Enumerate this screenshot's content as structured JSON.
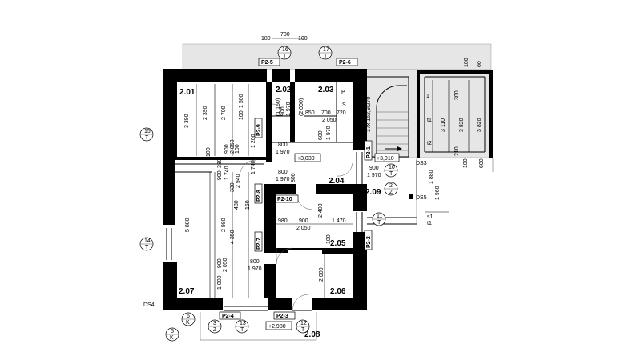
{
  "rooms": {
    "r201": "2.01",
    "r202": "2.02",
    "r203": "2.03",
    "r204": "2.04",
    "r205": "2.05",
    "r206": "2.06",
    "r207": "2.07",
    "r208": "2.08",
    "r209": "2.09"
  },
  "partitions": {
    "p21": "P2-1",
    "p22": "P2-2",
    "p23": "P2-3",
    "p24": "P2-4",
    "p25": "P2-5",
    "p26": "P2-6",
    "p27": "P2-7",
    "p28": "P2-8",
    "p29": "P2-9",
    "p210": "P2-10"
  },
  "bubbles": {
    "b16": {
      "n": "16",
      "l": "T"
    },
    "b17": {
      "n": "17",
      "l": "T"
    },
    "b15": {
      "n": "15",
      "l": "T"
    },
    "b14": {
      "n": "14",
      "l": "T"
    },
    "b10": {
      "n": "10",
      "l": "T"
    },
    "b2": {
      "n": "2",
      "l": "Z"
    },
    "b11": {
      "n": "11",
      "l": "T"
    },
    "b6": {
      "n": "6",
      "l": "K"
    },
    "b3": {
      "n": "3",
      "l": "Z"
    },
    "b13": {
      "n": "13",
      "l": "T"
    },
    "b12": {
      "n": "12",
      "l": "T"
    },
    "b5": {
      "n": "5",
      "l": "K"
    }
  },
  "levels": {
    "l1": "+3,030",
    "l2": "+3,010",
    "l3": "+2,980"
  },
  "labels": {
    "ds3": "DS3",
    "ds4": "DS4",
    "ds5": "DS5",
    "t1a": "t1",
    "t1b": "t1",
    "t2": "t2",
    "s1": "s1",
    "p": "P",
    "s": "S",
    "one": "1",
    "stair": "17x 162,9/270"
  },
  "dims": {
    "d180": "180",
    "d700": "700",
    "d100": "100",
    "d100r": "100",
    "d60": "60",
    "d3390": "3 390",
    "d2390": "2 390",
    "d2700": "2 700",
    "d1500": "1 500",
    "d100a": "100",
    "d1150": "(1 150)",
    "d900a": "900",
    "d1970a": "1 970",
    "d2000b": "(2 000)",
    "d850": "850",
    "d700b": "700",
    "d720": "720",
    "d2050a": "2 050",
    "d600": "600",
    "d1970b": "1 970",
    "d1200": "1 200",
    "d2050b": "2 050",
    "d100b": "100",
    "d900b": "900",
    "d330a": "330",
    "d100c": "100",
    "d800a": "800",
    "d1970c": "1 970",
    "d800b": "800",
    "d1970d": "1 970",
    "d900c": "900",
    "d1970e": "1 970",
    "d2940": "2 940",
    "d1740": "1 740",
    "d1740b": "1 740",
    "d330b": "330",
    "d900d": "900",
    "d480": "480",
    "d150": "150",
    "d5880": "5 880",
    "d2980": "2 980",
    "d4350": "4 350",
    "d900e": "900",
    "d2050c": "2 050",
    "d1000": "1 000",
    "d980": "980",
    "d900f": "900",
    "d2050d": "2 050",
    "d2400": "2 400",
    "d1470": "1 470",
    "d800c": "800",
    "d1970f": "1 970",
    "d100d": "100",
    "d2000": "2 000",
    "d300": "300",
    "d3110": "3 110",
    "d3820a": "3 820",
    "d3820b": "3 820",
    "d210": "210",
    "d1880": "1 880",
    "d1960": "1 960",
    "d100e": "100",
    "d600b": "600",
    "d800d": "800"
  }
}
